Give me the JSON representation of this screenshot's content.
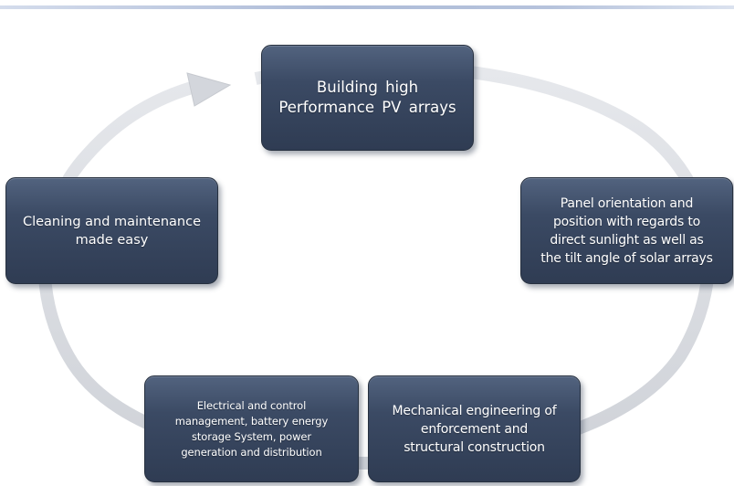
{
  "diagram": {
    "type": "cycle",
    "colors": {
      "node_fill": "#3b4a64",
      "node_border": "#26303f",
      "node_text": "#ffffff",
      "arrow_fill": "#d7d9de",
      "top_rule": "#aebcd8"
    },
    "nodes": [
      {
        "id": "pv-arrays",
        "text": "Building  high\nPerformance  PV arrays"
      },
      {
        "id": "panel-orientation",
        "text": "Panel orientation and\nposition with regards to\ndirect sunlight as well as\nthe tilt angle of solar arrays"
      },
      {
        "id": "mechanical",
        "text": "Mechanical engineering of\nenforcement and\nstructural construction"
      },
      {
        "id": "electrical",
        "text": "Electrical and control\nmanagement, battery energy\nstorage System, power\ngeneration and distribution"
      },
      {
        "id": "cleaning",
        "text": "Cleaning and maintenance\nmade easy"
      }
    ]
  }
}
